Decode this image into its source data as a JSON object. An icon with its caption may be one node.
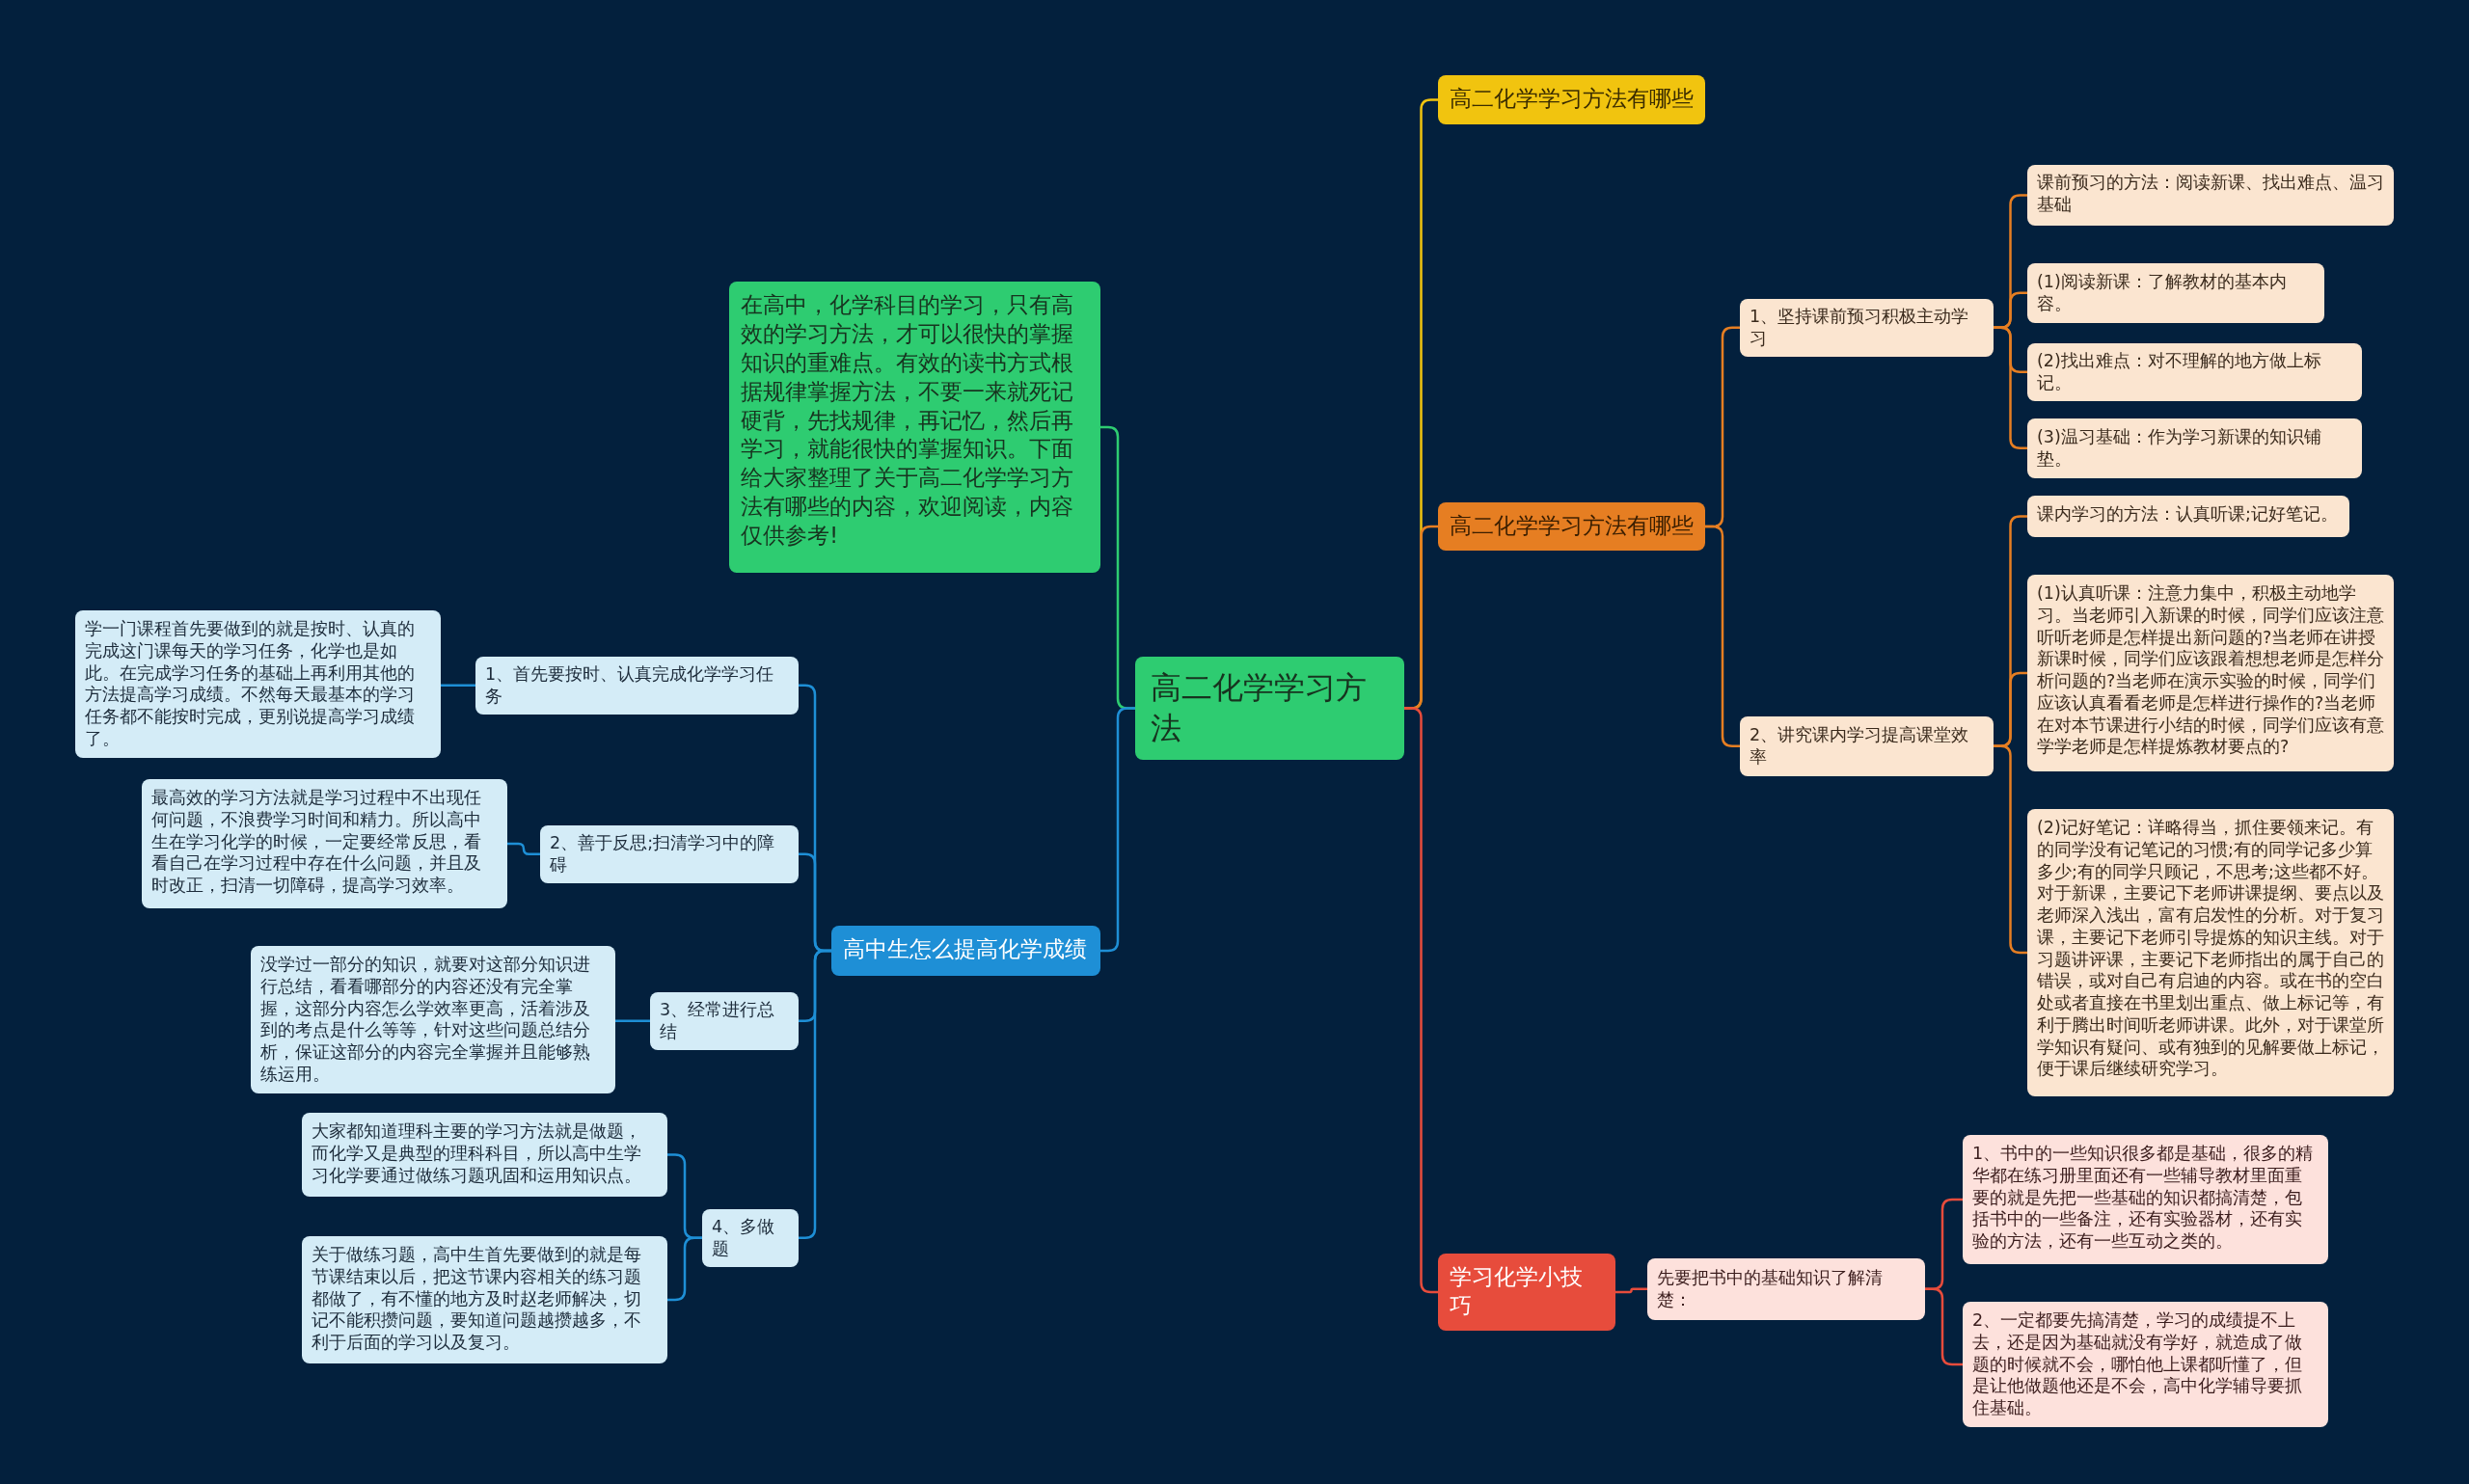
{
  "diagram": {
    "nodes": [
      {
        "text": [
          "高二化学学习方法"
        ]
      },
      {
        "text": [
          "在高中，化学科目的学习，只有高效的学习方法，才可以很快的掌握知识的重难点。有效的读书方式根据规律掌握方法，不要一来就死记硬背，先找规律，再记忆，然后再学习，就能很快的掌握知识。下面给大家整理了关于高二化学学习方法有哪些的内容，欢迎阅读，内容仅供参考!"
        ]
      },
      {
        "text": [
          "高中生怎么提高化学成绩"
        ]
      },
      {
        "text": [
          "1、首先要按时、认真完成化学学习任务"
        ]
      },
      {
        "text": [
          "学一门课程首先要做到的就是按时、认真的完成这门课每天的学习任务，化学也是如此。在完成学习任务的基础上再利用其他的方法提高学习成绩。不然每天最基本的学习任务都不能按时完成，更别说提高学习成绩了。"
        ]
      },
      {
        "text": [
          "2、善于反思;扫清学习中的障碍"
        ]
      },
      {
        "text": [
          "最高效的学习方法就是学习过程中不出现任何问题，不浪费学习时间和精力。所以高中生在学习化学的时候，一定要经常反思，看看自己在学习过程中存在什么问题，并且及时改正，扫清一切障碍，提高学习效率。"
        ]
      },
      {
        "text": [
          "3、经常进行总结"
        ]
      },
      {
        "text": [
          "没学过一部分的知识，就要对这部分知识进行总结，看看哪部分的内容还没有完全掌握，这部分内容怎么学效率更高，活着涉及到的考点是什么等等，针对这些问题总结分析，保证这部分的内容完全掌握并且能够熟练运用。"
        ]
      },
      {
        "text": [
          "4、多做题"
        ]
      },
      {
        "text": [
          "大家都知道理科主要的学习方法就是做题，而化学又是典型的理科科目，所以高中生学习化学要通过做练习题巩固和运用知识点。"
        ]
      },
      {
        "text": [
          "关于做练习题，高中生首先要做到的就是每节课结束以后，把这节课内容相关的练习题都做了，有不懂的地方及时赵老师解决，切记不能积攒问题，要知道问题越攒越多，不利于后面的学习以及复习。"
        ]
      },
      {
        "text": [
          "高二化学学习方法有哪些"
        ]
      },
      {
        "text": [
          "高二化学学习方法有哪些"
        ]
      },
      {
        "text": [
          "1、坚持课前预习积极主动学习"
        ]
      },
      {
        "text": [
          "课前预习的方法：阅读新课、找出难点、温习基础"
        ]
      },
      {
        "text": [
          "(1)阅读新课：了解教材的基本内容。"
        ]
      },
      {
        "text": [
          "(2)找出难点：对不理解的地方做上标记。"
        ]
      },
      {
        "text": [
          "(3)温习基础：作为学习新课的知识铺垫。"
        ]
      },
      {
        "text": [
          "2、讲究课内学习提高课堂效率"
        ]
      },
      {
        "text": [
          "课内学习的方法：认真听课;记好笔记。"
        ]
      },
      {
        "text": [
          "(1)认真听课：注意力集中，积极主动地学习。当老师引入新课的时候，同学们应该注意听听老师是怎样提出新问题的?当老师在讲授新课时候，同学们应该跟着想想老师是怎样分析问题的?当老师在演示实验的时候，同学们应该认真看看老师是怎样进行操作的?当老师在对本节课进行小结的时候，同学们应该有意学学老师是怎样提炼教材要点的?"
        ]
      },
      {
        "text": [
          "(2)记好笔记：详略得当，抓住要领来记。有的同学没有记笔记的习惯;有的同学记多少算多少;有的同学只顾记，不思考;这些都不好。对于新课，主要记下老师讲课提纲、要点以及老师深入浅出，富有启发性的分析。对于复习课，主要记下老师引导提炼的知识主线。对于习题讲评课，主要记下老师指出的属于自己的错误，或对自己有启迪的内容。或在书的空白处或者直接在书里划出重点、做上标记等，有利于腾出时间听老师讲课。此外，对于课堂所学知识有疑问、或有独到的见解要做上标记，便于课后继续研究学习。"
        ]
      },
      {
        "text": [
          "学习化学小技巧"
        ]
      },
      {
        "text": [
          "先要把书中的基础知识了解清楚："
        ]
      },
      {
        "text": [
          "1、书中的一些知识很多都是基础，很多的精华都在练习册里面还有一些辅导教材里面重要的就是先把一些基础的知识都搞清楚，包括书中的一些备注，还有实验器材，还有实验的方法，还有一些互动之类的。"
        ]
      },
      {
        "text": [
          "2、一定都要先搞清楚，学习的成绩提不上去，还是因为基础就没有学好，就造成了做题的时候就不会，哪怕他上课都听懂了，但是让他做题他还是不会，高中化学辅导要抓住基础。"
        ]
      }
    ],
    "edges": [
      {
        "from": 0,
        "to": 1,
        "arrow": "none",
        "color": "#2ecc71"
      },
      {
        "from": 0,
        "to": 2,
        "arrow": "none",
        "color": "#1e8fd6"
      },
      {
        "from": 2,
        "to": 3,
        "arrow": "none",
        "color": "#1e8fd6"
      },
      {
        "from": 3,
        "to": 4,
        "arrow": "none",
        "color": "#1e8fd6"
      },
      {
        "from": 2,
        "to": 5,
        "arrow": "none",
        "color": "#1e8fd6"
      },
      {
        "from": 5,
        "to": 6,
        "arrow": "none",
        "color": "#1e8fd6"
      },
      {
        "from": 2,
        "to": 7,
        "arrow": "none",
        "color": "#1e8fd6"
      },
      {
        "from": 7,
        "to": 8,
        "arrow": "none",
        "color": "#1e8fd6"
      },
      {
        "from": 2,
        "to": 9,
        "arrow": "none",
        "color": "#1e8fd6"
      },
      {
        "from": 9,
        "to": 10,
        "arrow": "none",
        "color": "#1e8fd6"
      },
      {
        "from": 9,
        "to": 11,
        "arrow": "none",
        "color": "#1e8fd6"
      },
      {
        "from": 0,
        "to": 12,
        "arrow": "none",
        "color": "#f1c40f"
      },
      {
        "from": 0,
        "to": 13,
        "arrow": "none",
        "color": "#e67e22"
      },
      {
        "from": 13,
        "to": 14,
        "arrow": "none",
        "color": "#e67e22"
      },
      {
        "from": 14,
        "to": 15,
        "arrow": "none",
        "color": "#e67e22"
      },
      {
        "from": 14,
        "to": 16,
        "arrow": "none",
        "color": "#e67e22"
      },
      {
        "from": 14,
        "to": 17,
        "arrow": "none",
        "color": "#e67e22"
      },
      {
        "from": 14,
        "to": 18,
        "arrow": "none",
        "color": "#e67e22"
      },
      {
        "from": 13,
        "to": 19,
        "arrow": "none",
        "color": "#e67e22"
      },
      {
        "from": 19,
        "to": 20,
        "arrow": "none",
        "color": "#e67e22"
      },
      {
        "from": 19,
        "to": 21,
        "arrow": "none",
        "color": "#e67e22"
      },
      {
        "from": 19,
        "to": 22,
        "arrow": "none",
        "color": "#e67e22"
      },
      {
        "from": 0,
        "to": 23,
        "arrow": "none",
        "color": "#e74c3c"
      },
      {
        "from": 23,
        "to": 24,
        "arrow": "none",
        "color": "#e74c3c"
      },
      {
        "from": 24,
        "to": 25,
        "arrow": "none",
        "color": "#e74c3c"
      },
      {
        "from": 24,
        "to": 26,
        "arrow": "none",
        "color": "#e74c3c"
      }
    ]
  }
}
